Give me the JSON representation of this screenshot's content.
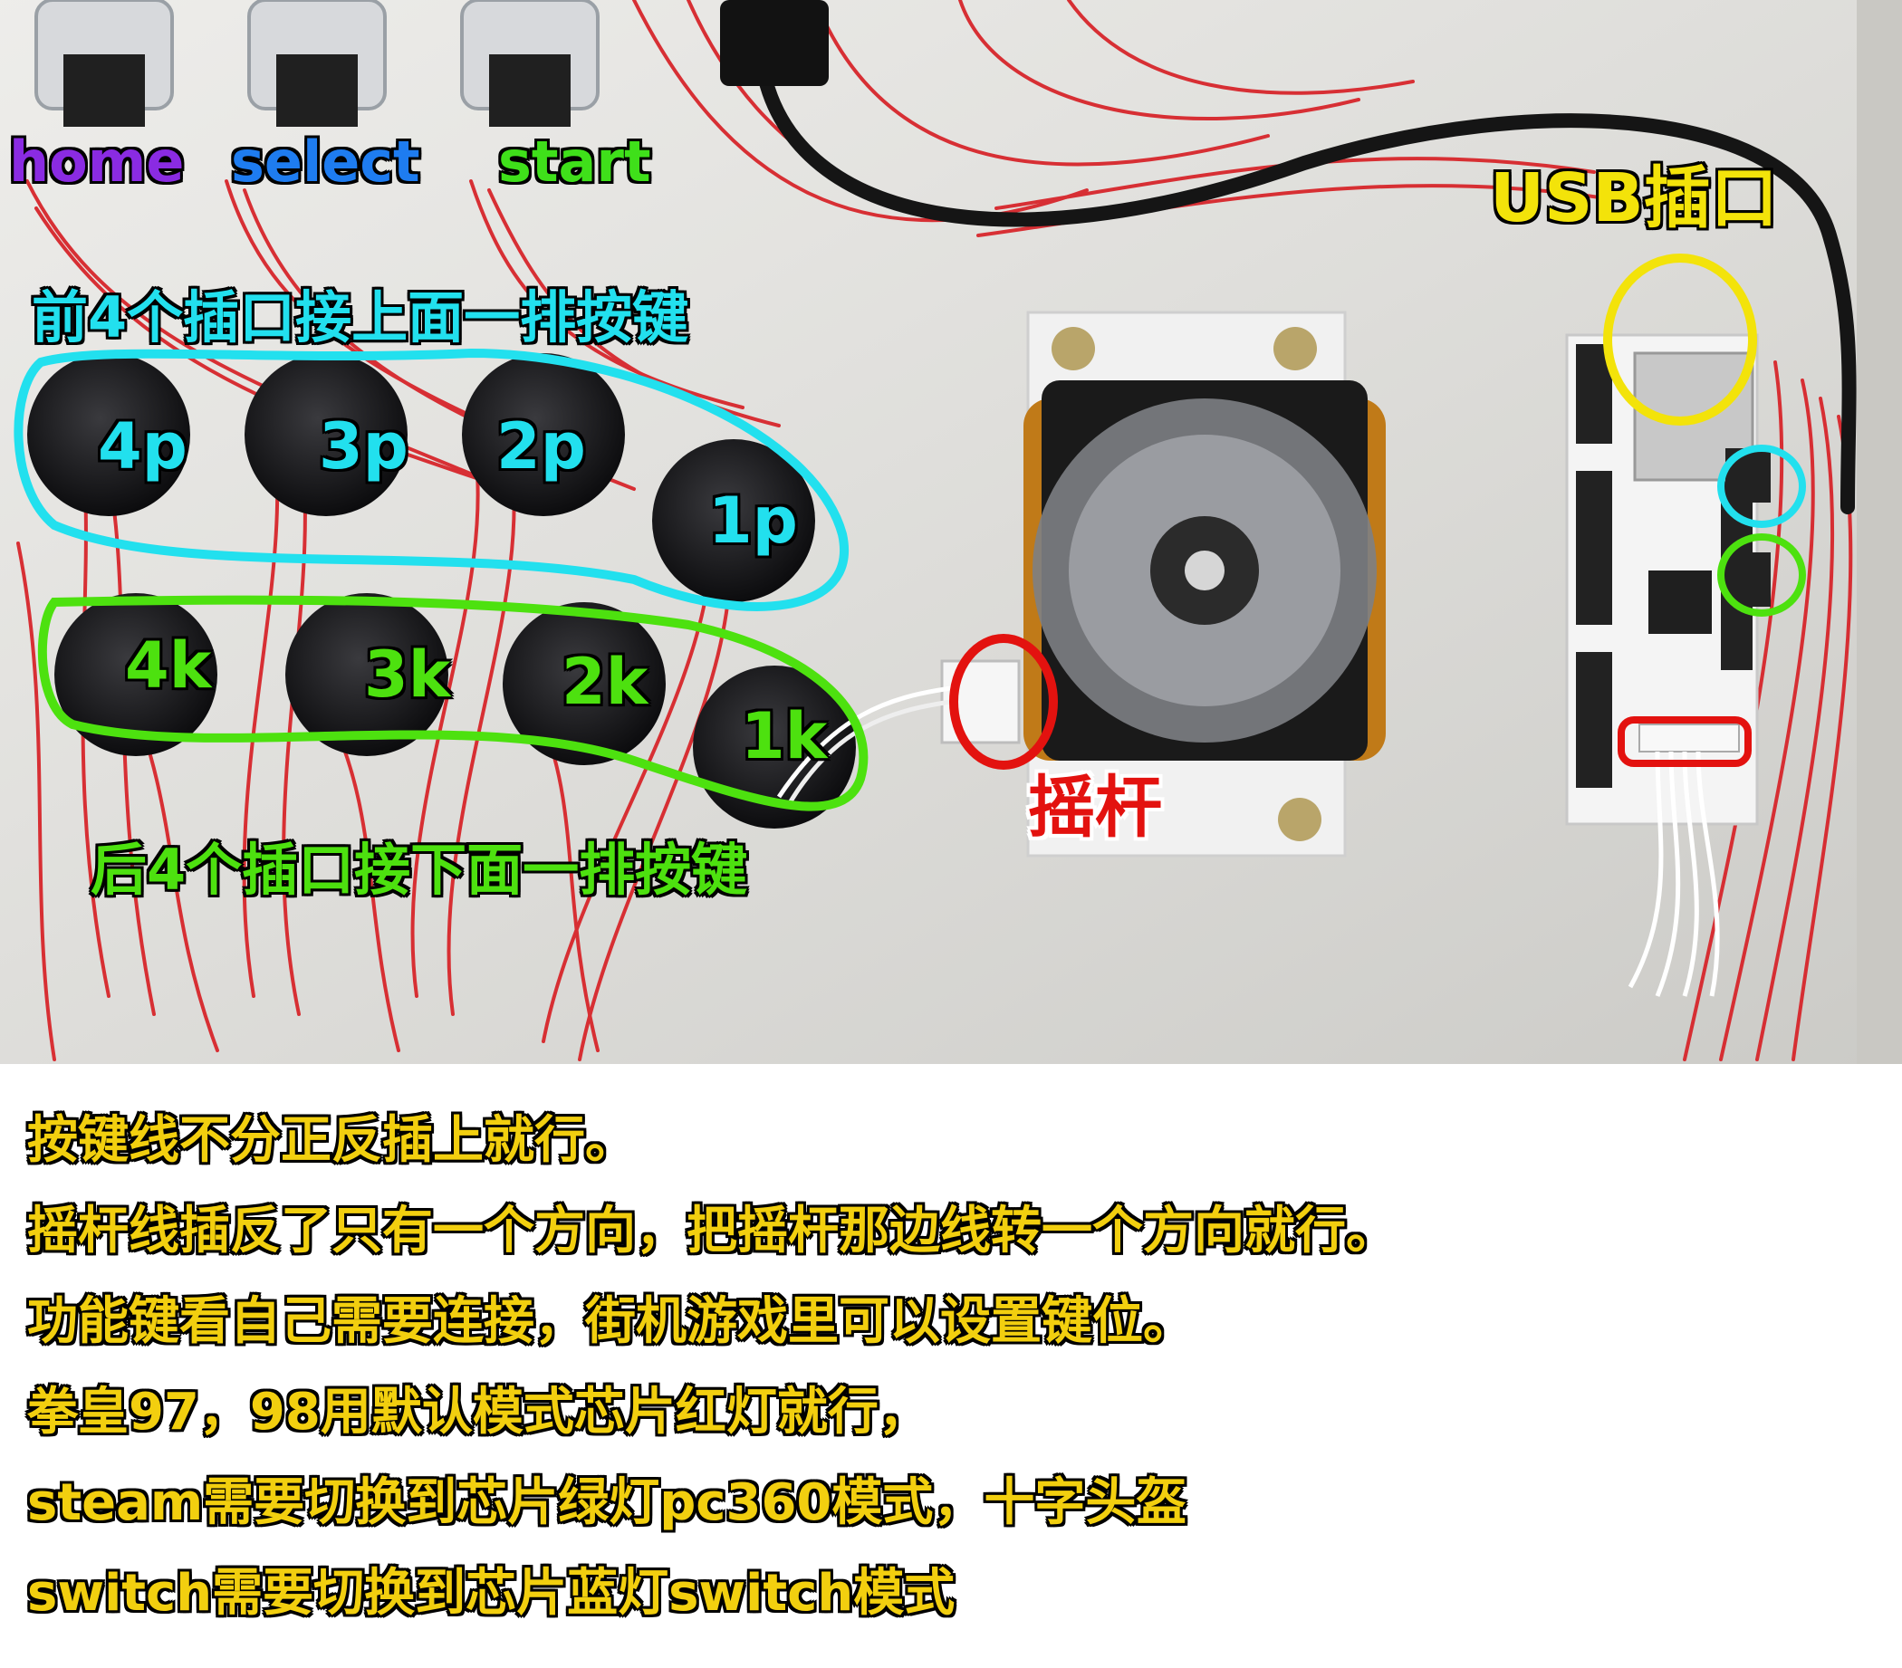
{
  "colors": {
    "panel": "#e9e8e4",
    "wire": "#d7262b",
    "cyan_outline": "#22e0ee",
    "green_outline": "#4de10f",
    "red_outline": "#e3120f",
    "yellow_outline": "#f3e30a",
    "note_text": "#f2cf0f"
  },
  "function_buttons": {
    "home": "home",
    "select": "select",
    "start": "start"
  },
  "top_row": {
    "caption": "前4个插口接上面一排按键",
    "buttons": [
      "4p",
      "3p",
      "2p",
      "1p"
    ]
  },
  "bottom_row": {
    "caption": "后4个插口接下面一排按键",
    "buttons": [
      "4k",
      "3k",
      "2k",
      "1k"
    ]
  },
  "joystick_label": "摇杆",
  "usb_label": "USB插口",
  "notes": [
    "按键线不分正反插上就行。",
    "摇杆线插反了只有一个方向，把摇杆那边线转一个方向就行。",
    "功能键看自己需要连接，街机游戏里可以设置键位。",
    "拳皇97，98用默认模式芯片红灯就行，",
    "steam需要切换到芯片绿灯pc360模式，十字头盔",
    "switch需要切换到芯片蓝灯switch模式"
  ]
}
